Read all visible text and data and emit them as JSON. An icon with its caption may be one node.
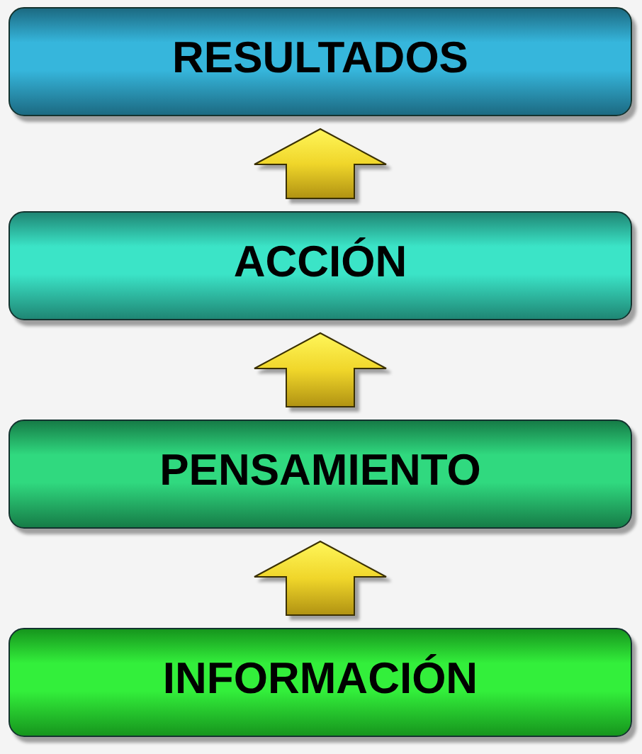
{
  "diagram": {
    "nodes": [
      {
        "text": [
          "RESULTADOS"
        ]
      },
      {
        "text": [
          "ACCIÓN"
        ]
      },
      {
        "text": [
          "PENSAMIENTO"
        ]
      },
      {
        "text": [
          "INFORMACIÓN"
        ]
      }
    ],
    "edges": [
      {
        "from": 3,
        "to": 2,
        "arrow": "to"
      },
      {
        "from": 2,
        "to": 1,
        "arrow": "to"
      },
      {
        "from": 1,
        "to": 0,
        "arrow": "to"
      }
    ]
  }
}
